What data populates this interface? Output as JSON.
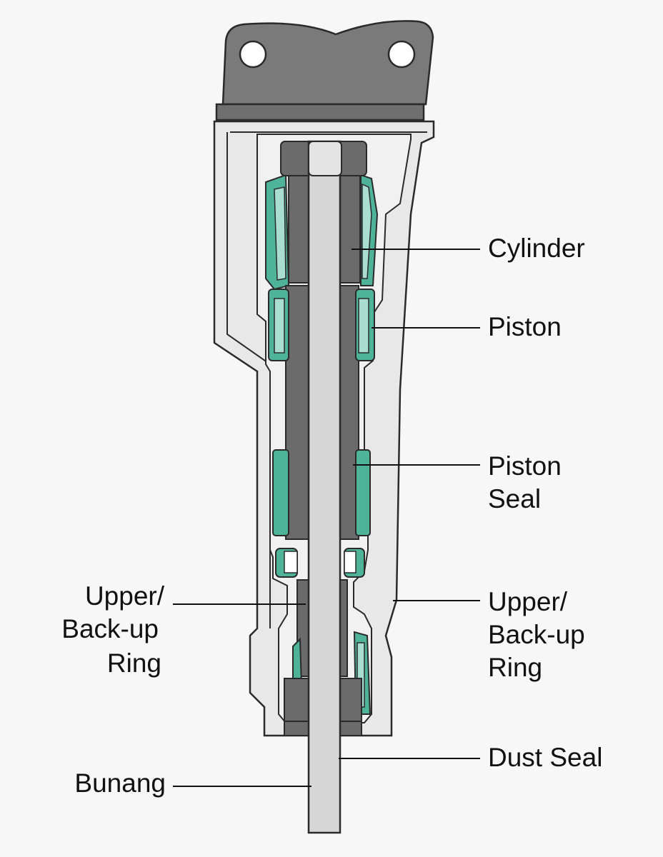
{
  "labels": {
    "cylinder": "Cylinder",
    "piston": "Piston",
    "piston_seal_line1": "Piston",
    "piston_seal_line2": "Seal",
    "upper_backup_right_line1": "Upper/",
    "upper_backup_right_line2": "Back-up",
    "upper_backup_right_line3": "Ring",
    "dust_seal": "Dust Seal",
    "upper_backup_left_line1": "Upper/",
    "upper_backup_left_line2": "Back-up",
    "upper_backup_left_line3": "Ring",
    "bunang": "Bunang"
  },
  "colors": {
    "background": "#f7f7f7",
    "housing_fill": "#e8e8e8",
    "outline": "#2a2a2a",
    "dark_metal": "#6b6b6b",
    "mount_plate": "#7a7a7a",
    "rod": "#d6d6d6",
    "seal_teal": "#4fb39a",
    "seal_light": "#a9ddd0"
  }
}
